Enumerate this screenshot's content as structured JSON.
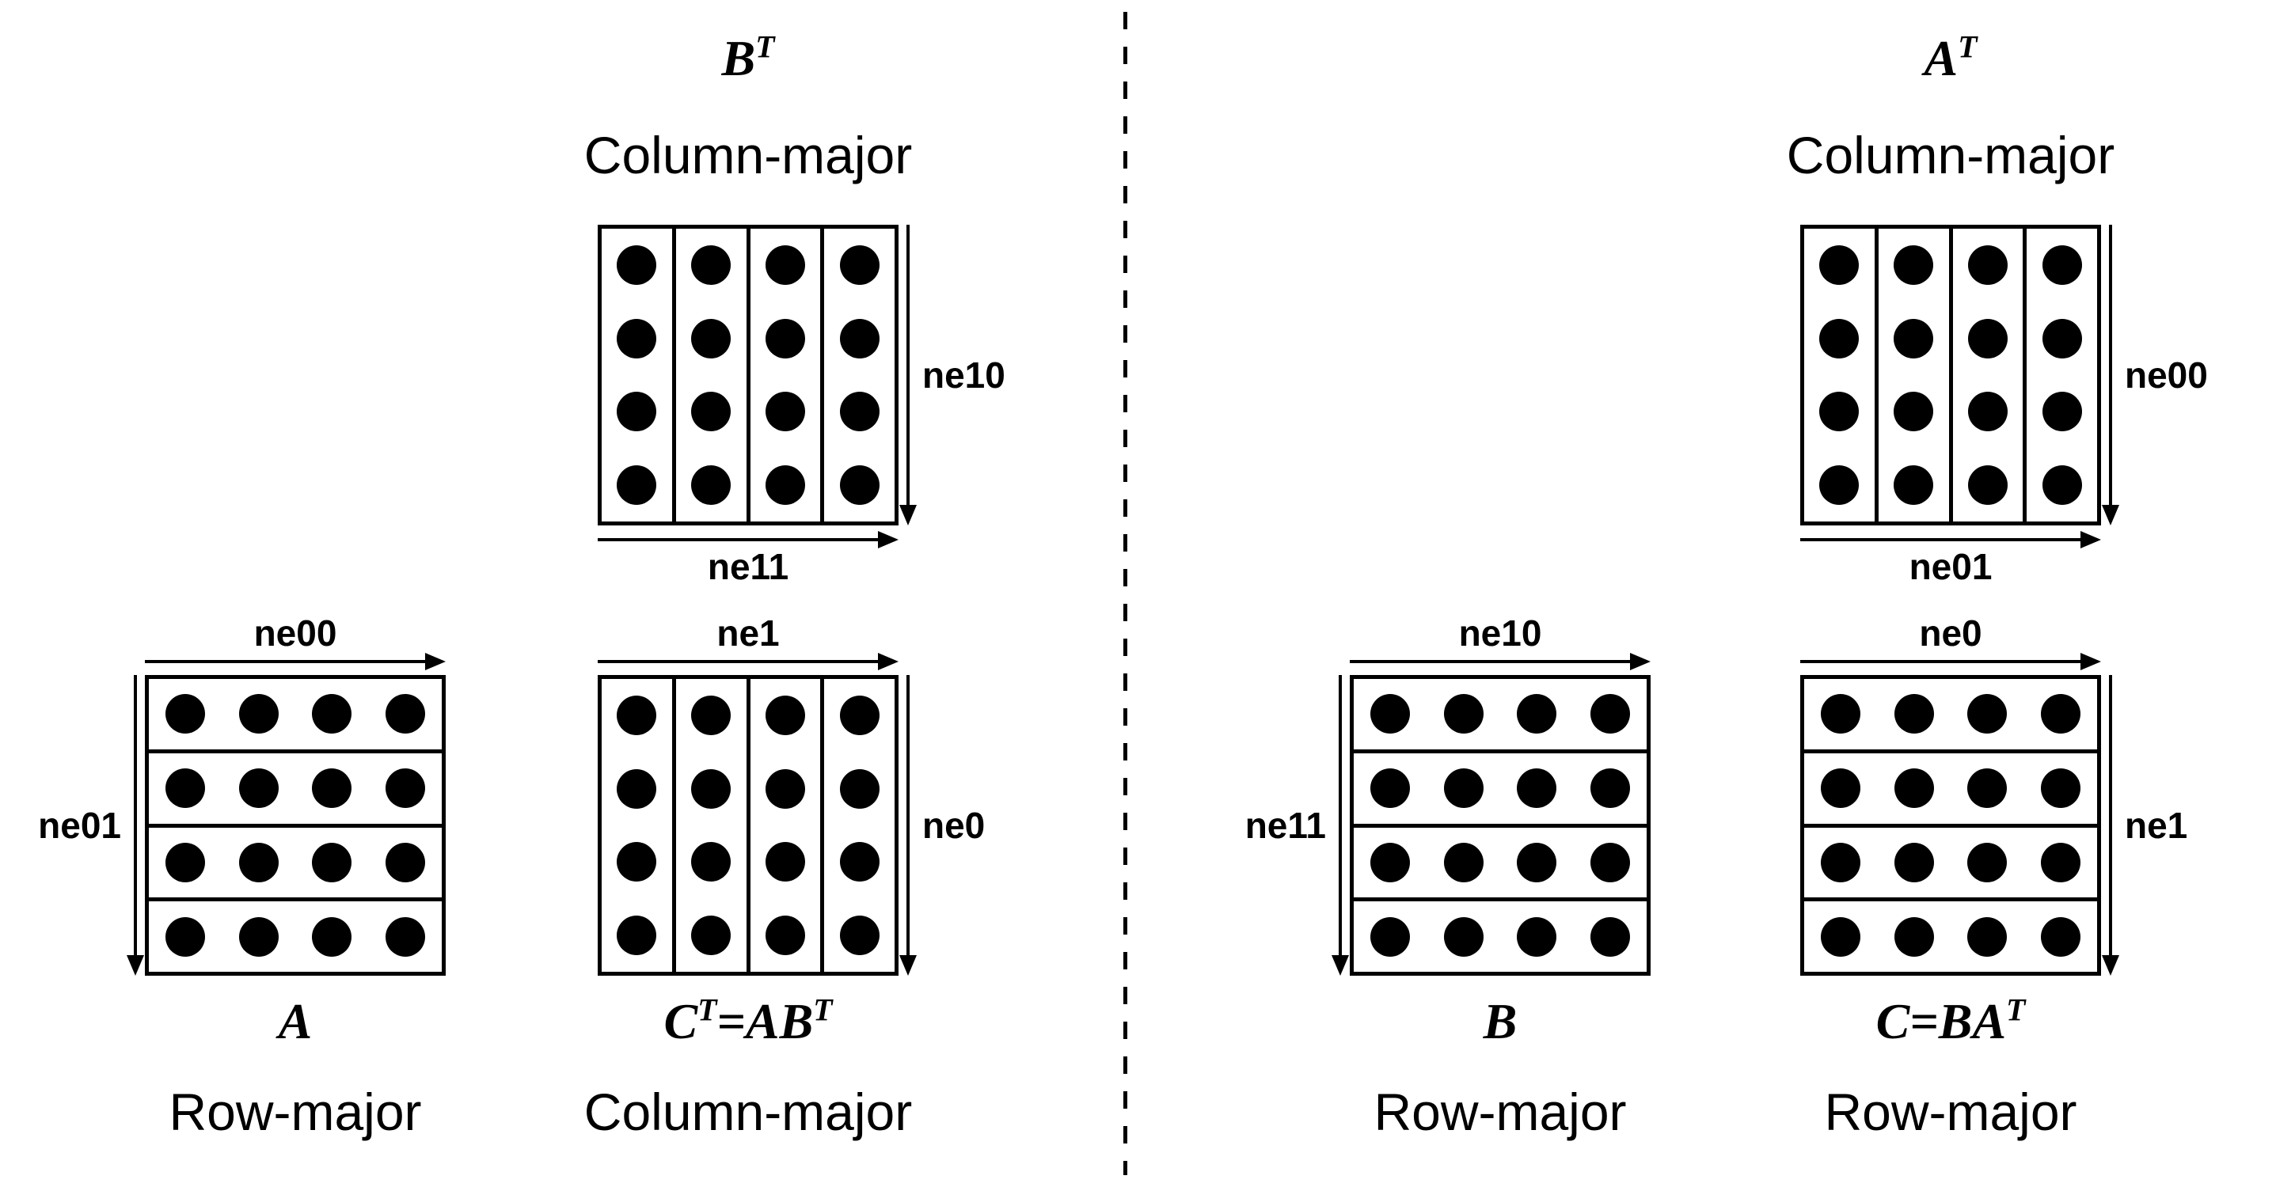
{
  "colors": {
    "ink": "#000000",
    "background": "#ffffff"
  },
  "divider": {
    "type": "vertical-dashed"
  },
  "matrices": {
    "b_transpose": {
      "math_title": "B^T",
      "layout_label": "Column-major",
      "orientation": "column-major",
      "rows": 4,
      "cols": 4,
      "vertical_axis_label": "ne10",
      "vertical_axis_side": "right",
      "horizontal_axis_label": "ne11",
      "horizontal_axis_side": "bottom"
    },
    "a": {
      "math_title": "A",
      "layout_label": "Row-major",
      "orientation": "row-major",
      "rows": 4,
      "cols": 4,
      "vertical_axis_label": "ne01",
      "vertical_axis_side": "left",
      "horizontal_axis_label": "ne00",
      "horizontal_axis_side": "top"
    },
    "c_transpose": {
      "math_title": "C^T=AB^T",
      "layout_label": "Column-major",
      "orientation": "column-major",
      "rows": 4,
      "cols": 4,
      "vertical_axis_label": "ne0",
      "vertical_axis_side": "right",
      "horizontal_axis_label": "ne1",
      "horizontal_axis_side": "top"
    },
    "a_transpose": {
      "math_title": "A^T",
      "layout_label": "Column-major",
      "orientation": "column-major",
      "rows": 4,
      "cols": 4,
      "vertical_axis_label": "ne00",
      "vertical_axis_side": "right",
      "horizontal_axis_label": "ne01",
      "horizontal_axis_side": "bottom"
    },
    "b": {
      "math_title": "B",
      "layout_label": "Row-major",
      "orientation": "row-major",
      "rows": 4,
      "cols": 4,
      "vertical_axis_label": "ne11",
      "vertical_axis_side": "left",
      "horizontal_axis_label": "ne10",
      "horizontal_axis_side": "top"
    },
    "c": {
      "math_title": "C=BA^T",
      "layout_label": "Row-major",
      "orientation": "row-major",
      "rows": 4,
      "cols": 4,
      "vertical_axis_label": "ne1",
      "vertical_axis_side": "right",
      "horizontal_axis_label": "ne0",
      "horizontal_axis_side": "top"
    }
  }
}
